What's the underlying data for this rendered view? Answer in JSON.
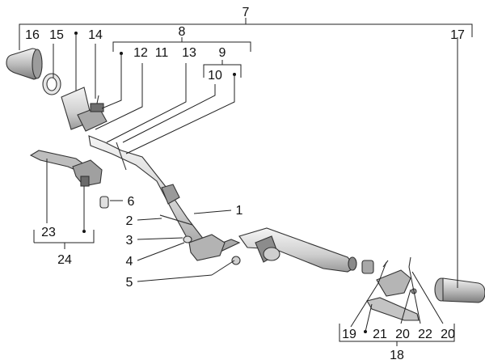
{
  "diagram": {
    "labels": {
      "n1": "1",
      "n2": "2",
      "n3": "3",
      "n4": "4",
      "n5": "5",
      "n6": "6",
      "n7": "7",
      "n8": "8",
      "n9": "9",
      "n10": "10",
      "n11": "11",
      "n12": "12",
      "n13": "13",
      "n14": "14",
      "n15": "15",
      "n16": "16",
      "n17": "17",
      "n18": "18",
      "n19": "19",
      "n20a": "20",
      "n20b": "20",
      "n21": "21",
      "n22": "22",
      "n23": "23",
      "n24": "24"
    },
    "colors": {
      "line": "#222222",
      "part_fill": "#d9d9d9",
      "part_dark": "#8a8a8a",
      "background": "#ffffff"
    }
  }
}
